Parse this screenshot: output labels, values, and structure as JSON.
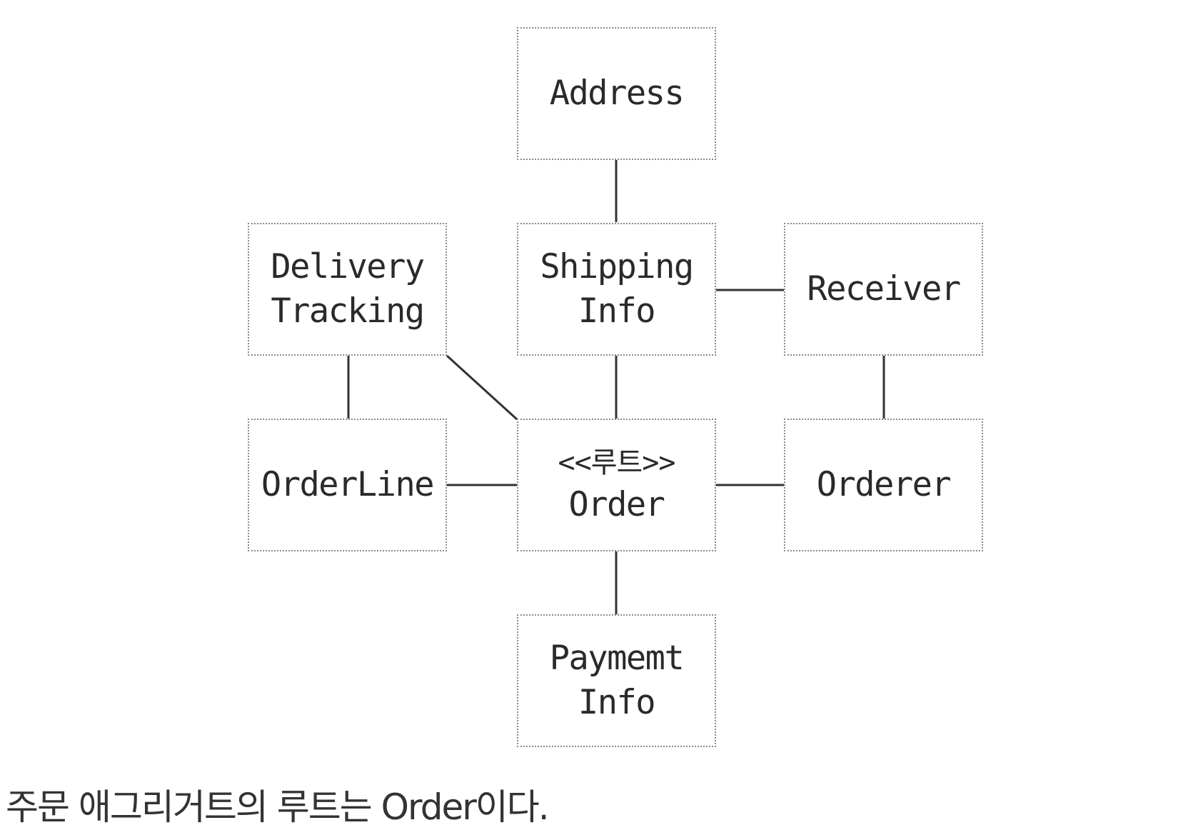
{
  "diagram": {
    "nodes": {
      "address": {
        "lines": [
          "Address"
        ]
      },
      "delivery_tracking": {
        "lines": [
          "Delivery",
          "Tracking"
        ]
      },
      "shipping_info": {
        "lines": [
          "Shipping",
          "Info"
        ]
      },
      "receiver": {
        "lines": [
          "Receiver"
        ]
      },
      "orderline": {
        "lines": [
          "OrderLine"
        ]
      },
      "order": {
        "stereotype": "<<루트>>",
        "lines": [
          "Order"
        ]
      },
      "orderer": {
        "lines": [
          "Orderer"
        ]
      },
      "payment_info": {
        "lines": [
          "Paymemt",
          "Info"
        ]
      }
    },
    "edges": [
      [
        "address",
        "shipping_info"
      ],
      [
        "shipping_info",
        "receiver"
      ],
      [
        "shipping_info",
        "order"
      ],
      [
        "delivery_tracking",
        "orderline"
      ],
      [
        "delivery_tracking",
        "order"
      ],
      [
        "receiver",
        "orderer"
      ],
      [
        "orderline",
        "order"
      ],
      [
        "order",
        "orderer"
      ],
      [
        "order",
        "payment_info"
      ]
    ],
    "colors": {
      "border": "#8a8a8a",
      "line": "#333333",
      "text": "#2a2a2a"
    }
  },
  "caption": "주문 애그리거트의 루트는 Order이다."
}
